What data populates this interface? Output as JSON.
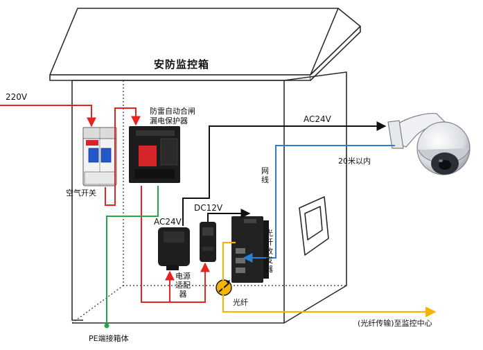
{
  "title": "安防监控箱",
  "labels": {
    "input_voltage": "220V",
    "breaker": "空气开关",
    "protector_line1": "防雷自动合闸",
    "protector_line2": "漏电保护器",
    "camera_power": "AC24V",
    "distance": "20米以内",
    "network_cable": "网线",
    "adapter_out": "AC24V",
    "dc": "DC12V",
    "transceiver": "光纤收发器",
    "adapter": "电源适配器",
    "fiber": "光纤",
    "destination": "(光纤传输)至监控中心",
    "ground": "PE端接箱体"
  },
  "colors": {
    "live": "#e8231f",
    "ac24": "#111111",
    "network": "#2a7fd4",
    "fiber": "#f4b400",
    "ground": "#1fa845",
    "enclosure_line": "#2a2a2a",
    "breaker_blue": "#2457c8"
  }
}
